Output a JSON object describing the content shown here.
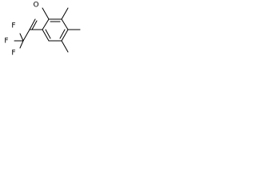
{
  "molecule": {
    "atoms": {
      "oxygen": "O",
      "fluorine_top": "F",
      "fluorine_left": "F",
      "fluorine_bottom": "F"
    }
  }
}
